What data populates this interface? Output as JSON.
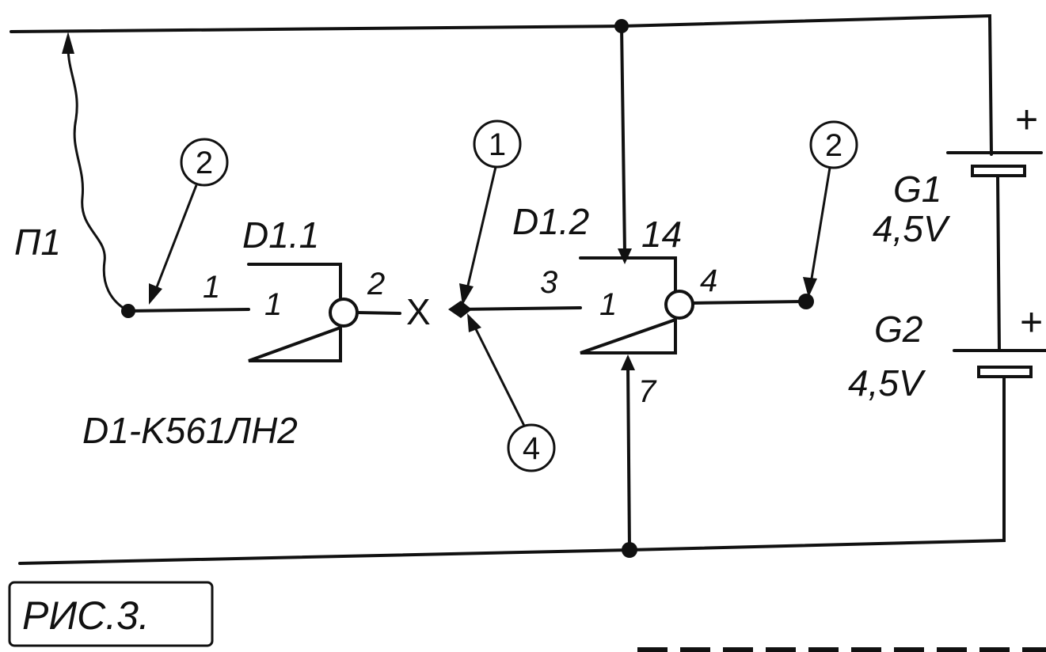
{
  "gates": {
    "d1_1": {
      "name": "D1.1",
      "symbol": "1",
      "pin_in": "1",
      "pin_out": "2"
    },
    "d1_2": {
      "name": "D1.2",
      "symbol": "1",
      "pin_in": "3",
      "pin_out": "4",
      "pin_vcc": "14",
      "pin_gnd": "7"
    }
  },
  "probe_label": "П1",
  "test_point_label": "X",
  "ic_label": "D1-K561ЛН2",
  "batteries": {
    "g1": {
      "name": "G1",
      "voltage": "4,5V",
      "polarity": "+"
    },
    "g2": {
      "name": "G2",
      "voltage": "4,5V",
      "polarity": "+"
    }
  },
  "markers": {
    "m1": "1",
    "m2_left": "2",
    "m2_right": "2",
    "m4": "4"
  },
  "figure_caption": "РИС.3."
}
